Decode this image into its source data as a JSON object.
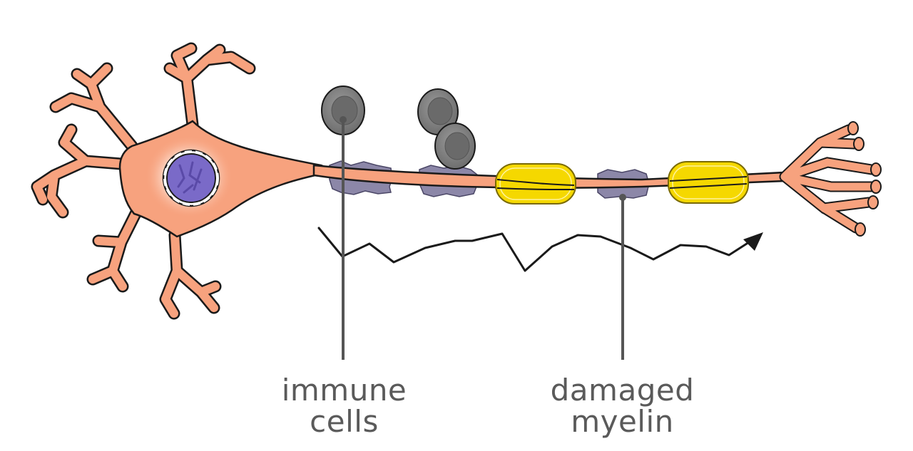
{
  "labels": {
    "immune_line1": "immune",
    "immune_line2": "cells",
    "myelin_line1": "damaged",
    "myelin_line2": "myelin"
  },
  "colors": {
    "neuron_fill": "#f7a27e",
    "outline": "#1a1a1a",
    "nucleus": "#7a6ac8",
    "myelin_healthy": "#f5d800",
    "myelin_damaged": "#8c87a8",
    "immune_cell": "#7d7d7d",
    "pointer_line": "#555555",
    "label_text": "#5a5a5a"
  }
}
